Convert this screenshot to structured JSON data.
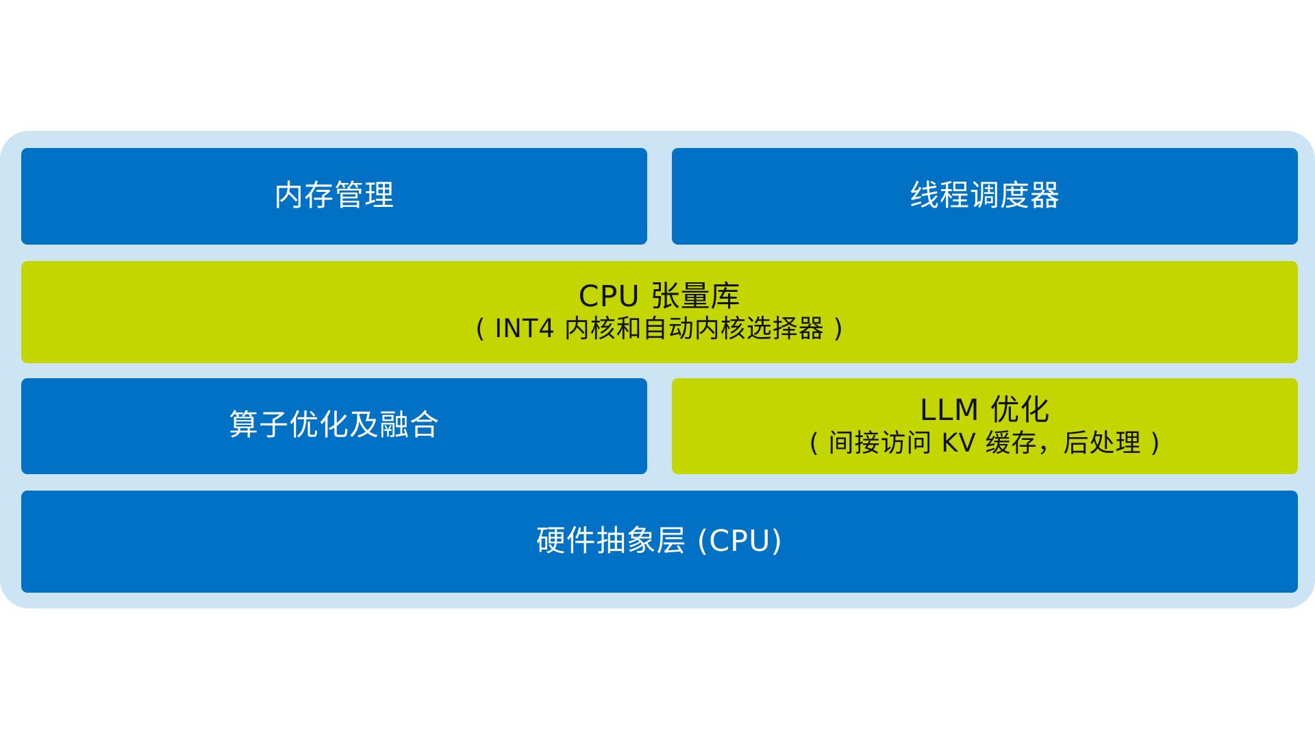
{
  "blocks": {
    "memory_management": {
      "title": "内存管理"
    },
    "thread_scheduler": {
      "title": "线程调度器"
    },
    "cpu_tensor_library": {
      "title": "CPU 张量库",
      "subtitle": "( INT4 内核和自动内核选择器 )"
    },
    "operator_optimization": {
      "title": "算子优化及融合"
    },
    "llm_optimization": {
      "title": "LLM 优化",
      "subtitle": "( 间接访问 KV 缓存，后处理 )"
    },
    "hardware_abstraction": {
      "title": "硬件抽象层 (CPU)"
    }
  },
  "colors": {
    "frame": "#cce4f4",
    "blue_block": "#0071c5",
    "green_block": "#c4d600",
    "blue_text": "#ffffff",
    "green_text": "#111111"
  }
}
